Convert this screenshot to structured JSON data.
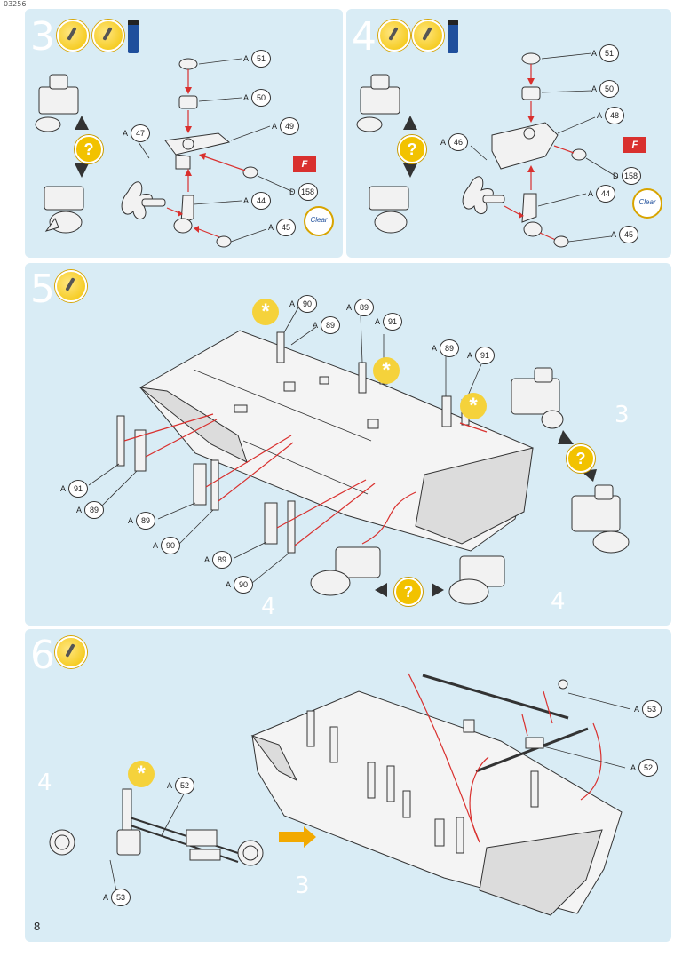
{
  "doc": {
    "code": "03256",
    "page_number": "8"
  },
  "colors": {
    "panel": "#d9ecf5",
    "accent": "#f2c200",
    "arrow": "#d9302e",
    "paint": "#1f4f9c"
  },
  "steps": {
    "s3": {
      "number": "3",
      "icons": [
        "glue-icon",
        "brush-icon",
        "paint-bottle-icon"
      ],
      "labels": [
        {
          "prefix": "A",
          "num": "51"
        },
        {
          "prefix": "A",
          "num": "50"
        },
        {
          "prefix": "A",
          "num": "49"
        },
        {
          "prefix": "A",
          "num": "47"
        },
        {
          "prefix": "A",
          "num": "44"
        },
        {
          "prefix": "D",
          "num": "158"
        },
        {
          "prefix": "A",
          "num": "45"
        }
      ],
      "flag": "F",
      "clear": "Clear",
      "question": "?"
    },
    "s4": {
      "number": "4",
      "icons": [
        "glue-icon",
        "brush-icon",
        "paint-bottle-icon"
      ],
      "labels": [
        {
          "prefix": "A",
          "num": "51"
        },
        {
          "prefix": "A",
          "num": "50"
        },
        {
          "prefix": "A",
          "num": "48"
        },
        {
          "prefix": "A",
          "num": "46"
        },
        {
          "prefix": "A",
          "num": "44"
        },
        {
          "prefix": "D",
          "num": "158"
        },
        {
          "prefix": "A",
          "num": "45"
        }
      ],
      "flag": "F",
      "clear": "Clear",
      "question": "?"
    },
    "s5": {
      "number": "5",
      "labels": [
        {
          "prefix": "A",
          "num": "90"
        },
        {
          "prefix": "A",
          "num": "89"
        },
        {
          "prefix": "A",
          "num": "89"
        },
        {
          "prefix": "A",
          "num": "91"
        },
        {
          "prefix": "A",
          "num": "89"
        },
        {
          "prefix": "A",
          "num": "91"
        },
        {
          "prefix": "A",
          "num": "91"
        },
        {
          "prefix": "A",
          "num": "89"
        },
        {
          "prefix": "A",
          "num": "89"
        },
        {
          "prefix": "A",
          "num": "90"
        },
        {
          "prefix": "A",
          "num": "89"
        },
        {
          "prefix": "A",
          "num": "90"
        }
      ],
      "hint_3": "3",
      "hint_4a": "4",
      "hint_4b": "4",
      "question": "?",
      "star": "*"
    },
    "s6": {
      "number": "6",
      "labels": [
        {
          "prefix": "A",
          "num": "53"
        },
        {
          "prefix": "A",
          "num": "52"
        },
        {
          "prefix": "A",
          "num": "52"
        },
        {
          "prefix": "A",
          "num": "53"
        }
      ],
      "hint_4": "4",
      "hint_3": "3",
      "star": "*"
    }
  }
}
